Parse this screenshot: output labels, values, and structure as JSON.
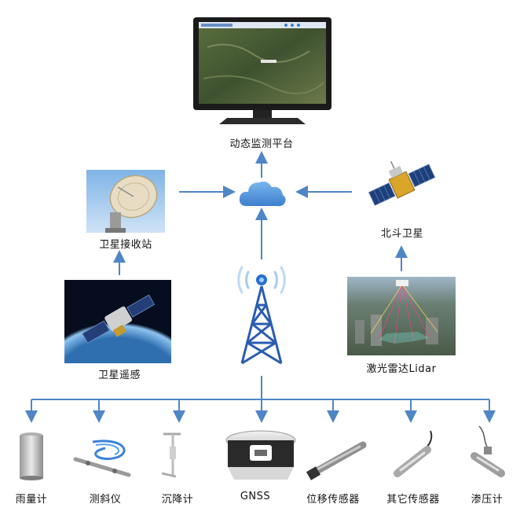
{
  "labels": {
    "platform": "动态监测平台",
    "ground_station": "卫星接收站",
    "beidou": "北斗卫星",
    "remote_sensing": "卫星遥感",
    "lidar": "激光雷达Lidar"
  },
  "sensors": [
    {
      "id": "rain-gauge",
      "label": "雨量计"
    },
    {
      "id": "inclinometer",
      "label": "测斜仪"
    },
    {
      "id": "settlement-gauge",
      "label": "沉降计"
    },
    {
      "id": "gnss",
      "label": "GNSS"
    },
    {
      "id": "displacement-sensor",
      "label": "位移传感器"
    },
    {
      "id": "other-sensor",
      "label": "其它传感器"
    },
    {
      "id": "piezometer",
      "label": "渗压计"
    }
  ],
  "colors": {
    "arrow": "#4f86c6",
    "cloud": "#4a8fd6",
    "tower": "#2a5db0",
    "signal": "#5aa0e8"
  }
}
